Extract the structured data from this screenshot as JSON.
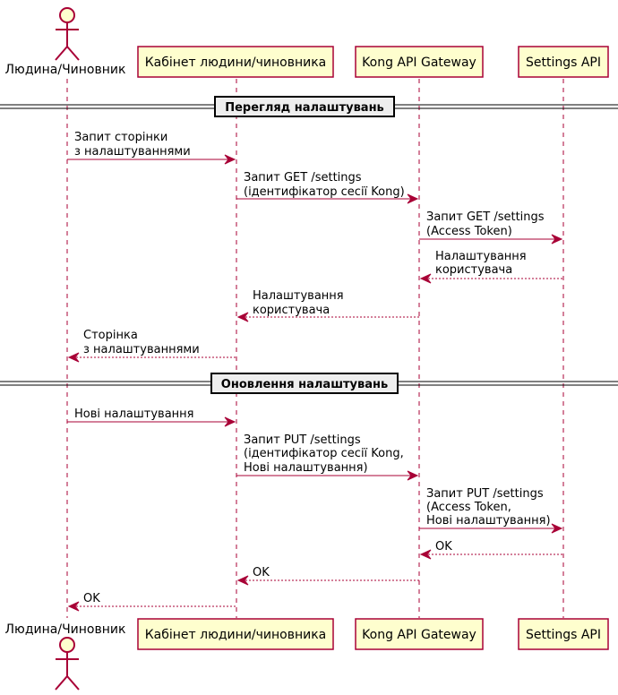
{
  "participants": {
    "user": "Людина/Чиновник",
    "cabinet": "Кабінет людини/чиновника",
    "kong": "Kong API Gateway",
    "settings": "Settings API"
  },
  "dividers": {
    "view": "Перегляд налаштувань",
    "update": "Оновлення налаштувань"
  },
  "messages": {
    "m1": [
      "Запит сторінки",
      "з налаштуваннями"
    ],
    "m2": [
      "Запит GET /settings",
      "(ідентифікатор сесії Kong)"
    ],
    "m3": [
      "Запит GET /settings",
      "(Access Token)"
    ],
    "m4": [
      "Налаштування",
      "користувача"
    ],
    "m5": [
      "Налаштування",
      "користувача"
    ],
    "m6": [
      "Сторінка",
      "з налаштуваннями"
    ],
    "m7": [
      "Нові налаштування"
    ],
    "m8": [
      "Запит PUT /settings",
      "(ідентифікатор сесії Kong,",
      "Нові налаштування)"
    ],
    "m9": [
      "Запит PUT /settings",
      "(Access Token,",
      "Нові налаштування)"
    ],
    "m10": [
      "OK"
    ],
    "m11": [
      "OK"
    ],
    "m12": [
      "OK"
    ]
  }
}
